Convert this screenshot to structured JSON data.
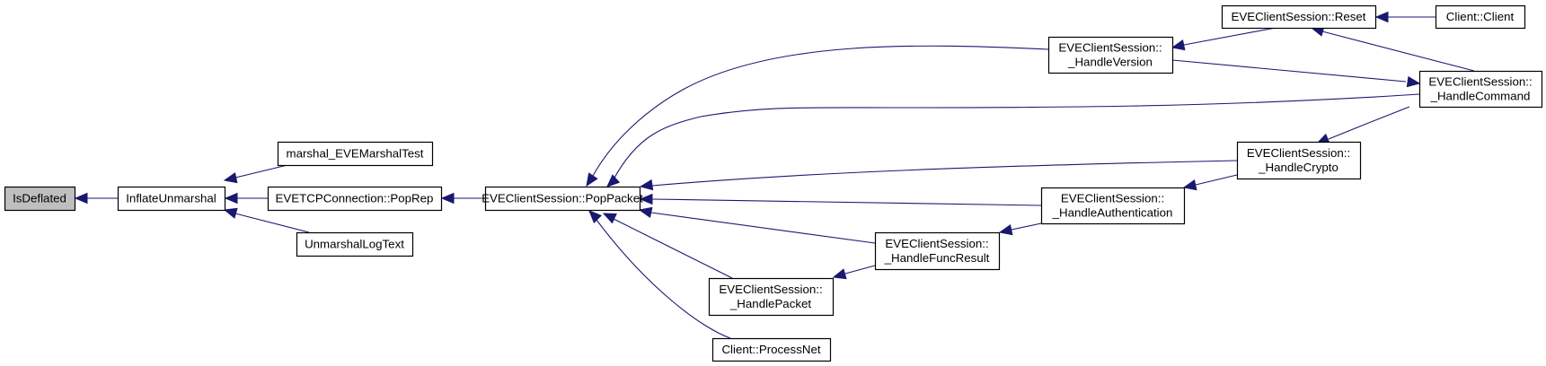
{
  "diagram": {
    "type": "call-graph",
    "colors": {
      "edge": "#191970",
      "root_fill": "#bfbfbf",
      "node_fill": "#ffffff",
      "border": "#000000"
    },
    "nodes": [
      {
        "id": "isdeflated",
        "lines": [
          "IsDeflated"
        ],
        "root": true
      },
      {
        "id": "inflateunmarshal",
        "lines": [
          "InflateUnmarshal"
        ]
      },
      {
        "id": "marshaltest",
        "lines": [
          "marshal_EVEMarshalTest"
        ]
      },
      {
        "id": "poprep",
        "lines": [
          "EVETCPConnection::PopRep"
        ]
      },
      {
        "id": "unmarshallogtext",
        "lines": [
          "UnmarshalLogText"
        ]
      },
      {
        "id": "poppacket",
        "lines": [
          "EVEClientSession::PopPacket"
        ]
      },
      {
        "id": "handleversion",
        "lines": [
          "EVEClientSession::",
          "_HandleVersion"
        ]
      },
      {
        "id": "reset",
        "lines": [
          "EVEClientSession::Reset"
        ]
      },
      {
        "id": "clientclient",
        "lines": [
          "Client::Client"
        ]
      },
      {
        "id": "handlecommand",
        "lines": [
          "EVEClientSession::",
          "_HandleCommand"
        ]
      },
      {
        "id": "handlecrypto",
        "lines": [
          "EVEClientSession::",
          "_HandleCrypto"
        ]
      },
      {
        "id": "handleauthentication",
        "lines": [
          "EVEClientSession::",
          "_HandleAuthentication"
        ]
      },
      {
        "id": "handlefuncresult",
        "lines": [
          "EVEClientSession::",
          "_HandleFuncResult"
        ]
      },
      {
        "id": "handlepacket",
        "lines": [
          "EVEClientSession::",
          "_HandlePacket"
        ]
      },
      {
        "id": "processnet",
        "lines": [
          "Client::ProcessNet"
        ]
      }
    ],
    "edges": [
      {
        "from": "inflateunmarshal",
        "to": "isdeflated"
      },
      {
        "from": "marshaltest",
        "to": "inflateunmarshal"
      },
      {
        "from": "poprep",
        "to": "inflateunmarshal"
      },
      {
        "from": "unmarshallogtext",
        "to": "inflateunmarshal"
      },
      {
        "from": "poppacket",
        "to": "poprep"
      },
      {
        "from": "handleversion",
        "to": "poppacket"
      },
      {
        "from": "handlecommand",
        "to": "poppacket"
      },
      {
        "from": "handlecrypto",
        "to": "poppacket"
      },
      {
        "from": "handleauthentication",
        "to": "poppacket"
      },
      {
        "from": "handlefuncresult",
        "to": "poppacket"
      },
      {
        "from": "handlepacket",
        "to": "poppacket"
      },
      {
        "from": "processnet",
        "to": "poppacket"
      },
      {
        "from": "reset",
        "to": "handleversion"
      },
      {
        "from": "handlecommand",
        "to": "handleversion"
      },
      {
        "from": "clientclient",
        "to": "reset"
      },
      {
        "from": "handlecommand",
        "to": "reset"
      },
      {
        "from": "handlecrypto",
        "to": "handlecommand"
      },
      {
        "from": "handleauthentication",
        "to": "handlecrypto"
      },
      {
        "from": "handlefuncresult",
        "to": "handleauthentication"
      },
      {
        "from": "handlepacket",
        "to": "handlefuncresult"
      }
    ]
  }
}
